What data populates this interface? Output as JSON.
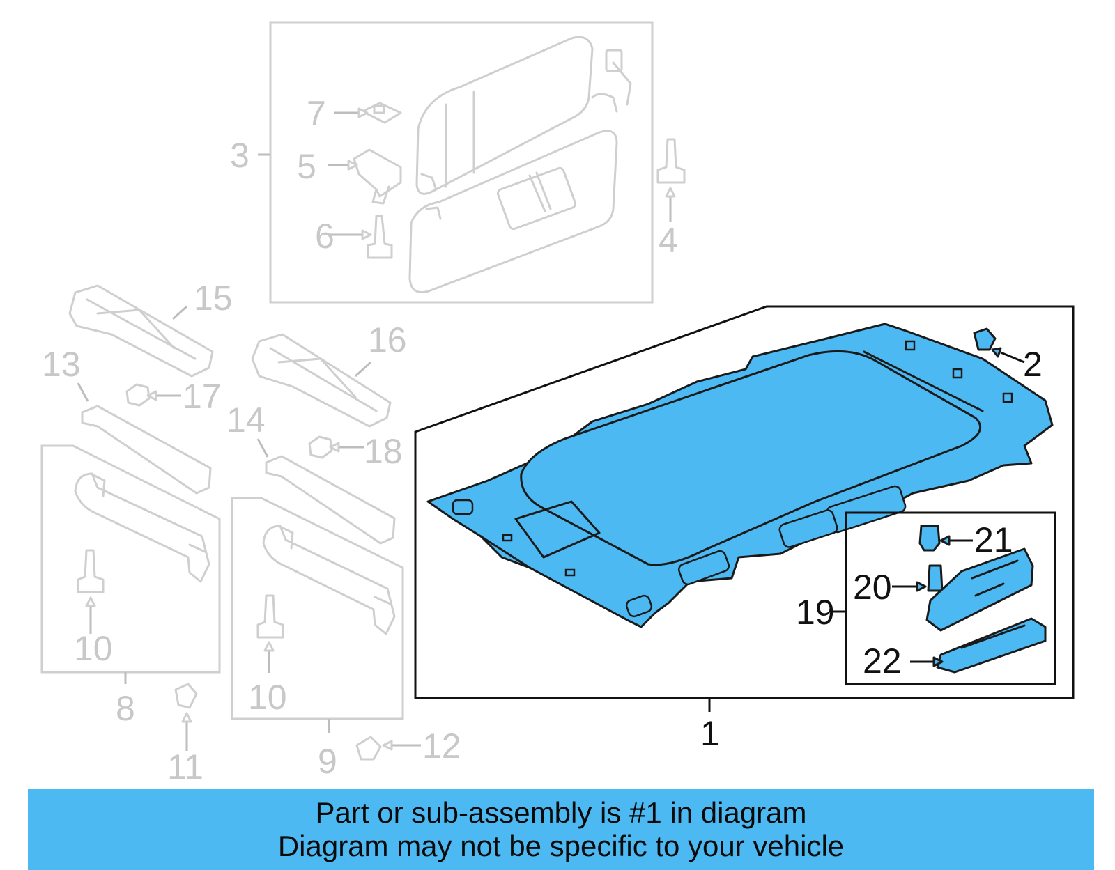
{
  "diagram": {
    "callouts": {
      "c1": "1",
      "c2": "2",
      "c3": "3",
      "c4": "4",
      "c5": "5",
      "c6": "6",
      "c7": "7",
      "c8": "8",
      "c9": "9",
      "c10a": "10",
      "c10b": "10",
      "c11": "11",
      "c12": "12",
      "c13": "13",
      "c14": "14",
      "c15": "15",
      "c16": "16",
      "c17": "17",
      "c18": "18",
      "c19": "19",
      "c20": "20",
      "c21": "21",
      "c22": "22"
    },
    "highlight_color": "#4cb9f2",
    "ghost_color": "#c8c8c8"
  },
  "banner": {
    "line1": "Part or sub-assembly is #1 in diagram",
    "line2": "Diagram may not be specific to your vehicle",
    "background": "#4cb9f2"
  }
}
